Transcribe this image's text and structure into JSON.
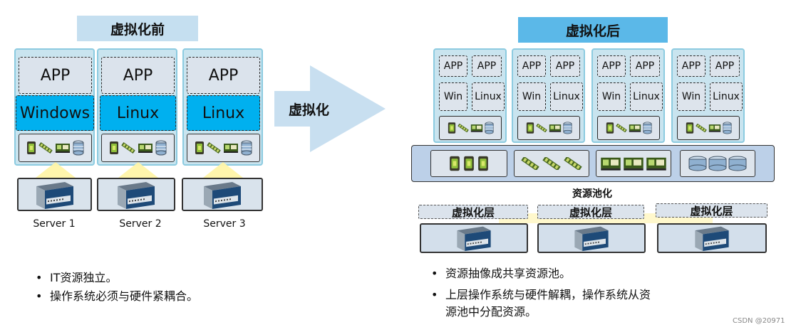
{
  "left": {
    "title": "虚拟化前",
    "vms": [
      {
        "app": "APP",
        "os": "Windows",
        "server": "Server 1"
      },
      {
        "app": "APP",
        "os": "Linux",
        "server": "Server 2"
      },
      {
        "app": "APP",
        "os": "Linux",
        "server": "Server 3"
      }
    ],
    "bullets": [
      "IT资源独立。",
      "操作系统必须与硬件紧耦合。"
    ]
  },
  "arrow_label": "虚拟化",
  "right": {
    "title": "虚拟化后",
    "vms": [
      {
        "app1": "APP",
        "app2": "APP",
        "os1": "Win",
        "os2": "Linux"
      },
      {
        "app1": "APP",
        "app2": "APP",
        "os1": "Win",
        "os2": "Linux"
      },
      {
        "app1": "APP",
        "app2": "APP",
        "os1": "Win",
        "os2": "Linux"
      },
      {
        "app1": "APP",
        "app2": "APP",
        "os1": "Win",
        "os2": "Linux"
      }
    ],
    "pool_label": "资源池化",
    "layers": [
      "虚拟化层",
      "虚拟化层",
      "虚拟化层"
    ],
    "bullets": [
      "资源抽像成共享资源池。",
      "上层操作系统与硬件解耦，操作系统从资",
      "源池中分配资源。"
    ]
  },
  "watermark": "CSDN @20971",
  "colors": {
    "os_blue": "#00b0ef",
    "header_left": "#c5dff0",
    "header_right": "#5bb8e8",
    "arrow": "#c8dff0"
  }
}
